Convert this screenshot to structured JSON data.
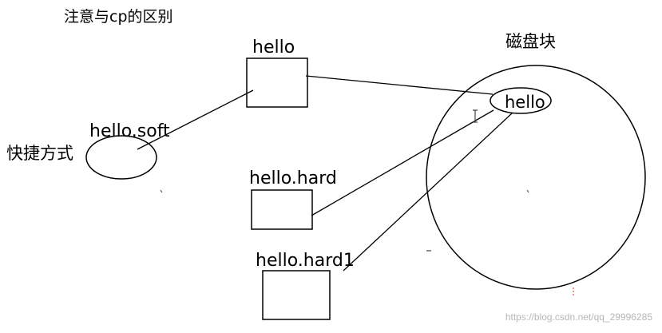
{
  "title": "注意与cp的区别",
  "disk_label": "磁盘块",
  "disk_block_file": "hello",
  "files": {
    "original": "hello",
    "soft_link": "hello.soft",
    "hard_link": "hello.hard",
    "hard_link_2": "hello.hard1"
  },
  "shortcut_label": "快捷方式",
  "watermark": "https://blog.csdn.net/qq_29996285"
}
